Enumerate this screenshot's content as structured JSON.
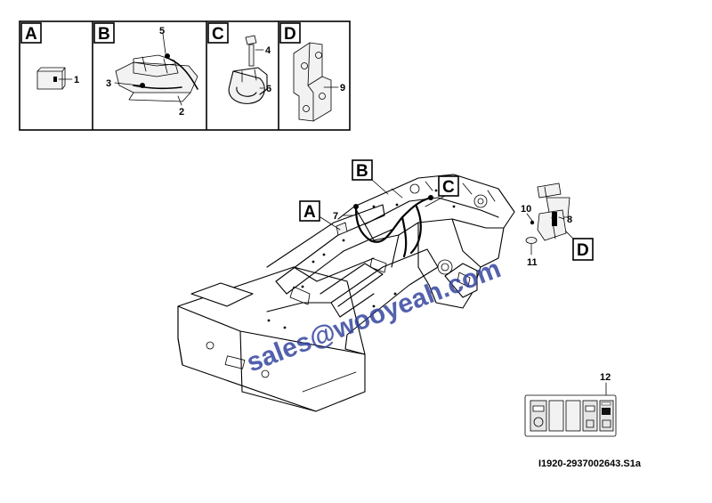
{
  "detail_panels": [
    {
      "letter": "A",
      "callouts": [
        "1"
      ]
    },
    {
      "letter": "B",
      "callouts": [
        "5",
        "3",
        "2"
      ]
    },
    {
      "letter": "C",
      "callouts": [
        "4",
        "6"
      ]
    },
    {
      "letter": "D",
      "callouts": [
        "9"
      ]
    }
  ],
  "main_view": {
    "view_tags": [
      "A",
      "B",
      "C",
      "D"
    ],
    "callouts": [
      "7",
      "10",
      "8",
      "11"
    ]
  },
  "switch_panel": {
    "callout": "12"
  },
  "watermark": "sales@wooyeah.com",
  "document_id": "I1920-2937002643.S1a"
}
